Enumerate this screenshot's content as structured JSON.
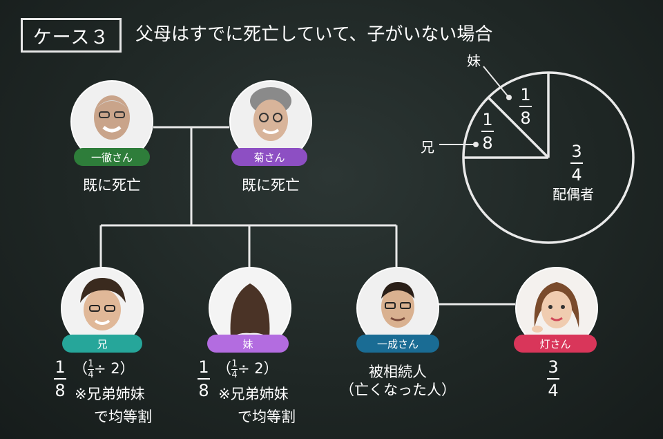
{
  "header": {
    "case_label": "ケース３",
    "title": "父母はすでに死亡していて、子がいない場合"
  },
  "parents": {
    "father": {
      "name": "一徹さん",
      "status": "既に死亡"
    },
    "mother": {
      "name": "菊さん",
      "status": "既に死亡"
    }
  },
  "children": {
    "brother": {
      "name": "兄",
      "share_num": "1",
      "share_den": "8",
      "calc_open": "（",
      "calc_num": "1",
      "calc_den": "4",
      "calc_rest": "÷ 2）",
      "note_line1": "※兄弟姉妹",
      "note_line2": "で均等割"
    },
    "sister": {
      "name": "妹",
      "share_num": "1",
      "share_den": "8",
      "calc_open": "（",
      "calc_num": "1",
      "calc_den": "4",
      "calc_rest": "÷ 2）",
      "note_line1": "※兄弟姉妹",
      "note_line2": "で均等割"
    },
    "deceased": {
      "name": "一成さん",
      "line1": "被相続人",
      "line2": "（亡くなった人）"
    }
  },
  "spouse": {
    "name": "灯さん",
    "share_num": "3",
    "share_den": "4"
  },
  "pie": {
    "sister_label": "妹",
    "brother_label": "兄",
    "spouse_label": "配偶者",
    "sister_num": "1",
    "sister_den": "8",
    "brother_num": "1",
    "brother_den": "8",
    "spouse_num": "3",
    "spouse_den": "4"
  },
  "colors": {
    "father_badge": "#2e7d3a",
    "mother_badge": "#8d4fc3",
    "brother_badge": "#26a69a",
    "sister_badge": "#b36ce0",
    "deceased_badge": "#1a6c94",
    "spouse_badge": "#d9365a",
    "chalk": "#e9e9e9"
  }
}
